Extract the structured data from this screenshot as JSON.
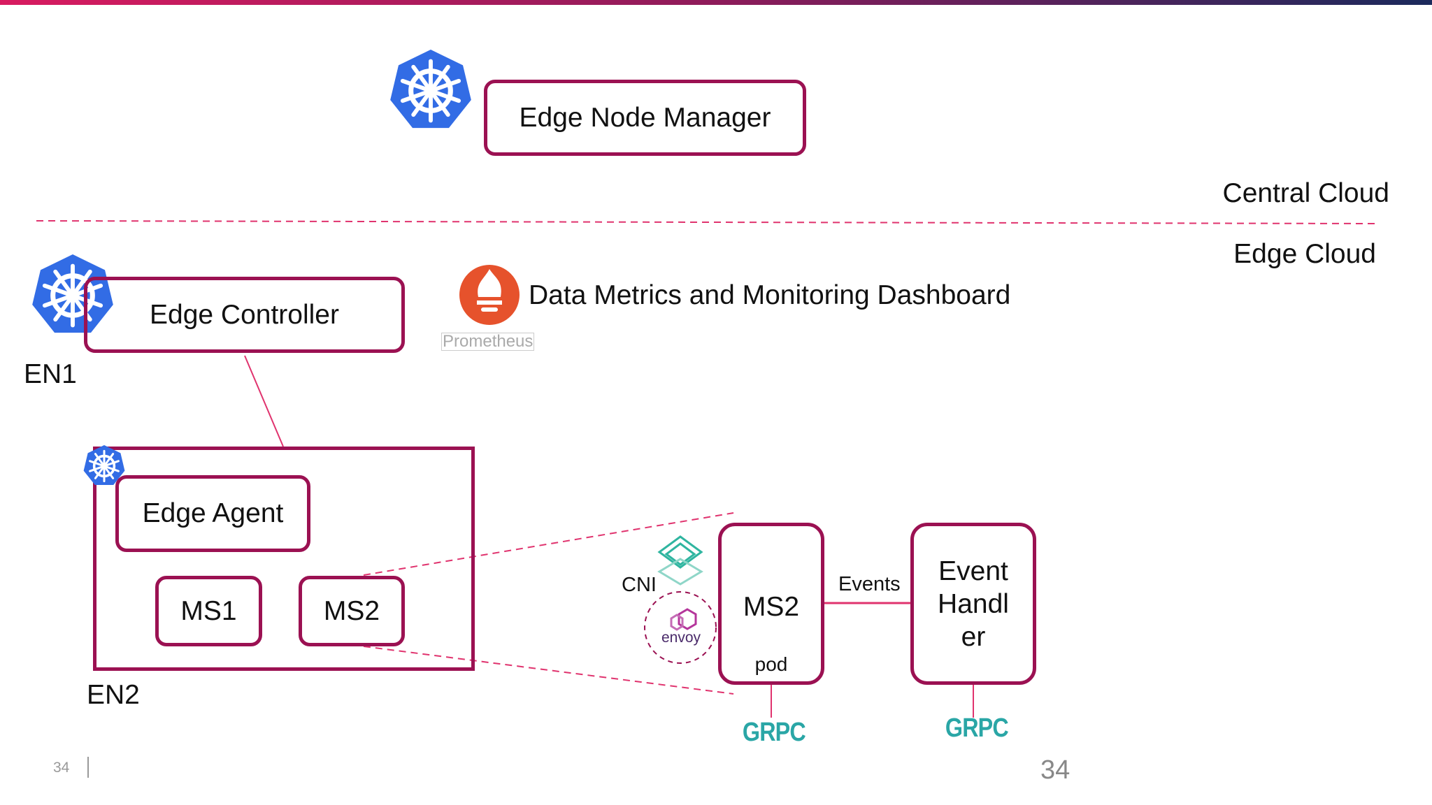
{
  "colors": {
    "box_border": "#9b1152",
    "connector": "#e0336e",
    "kubernetes": "#326ce5",
    "prometheus": "#e6522c",
    "grpc": "#2aa6a6",
    "cni": "#2fb5a0",
    "envoy": "#b5359b"
  },
  "central": {
    "manager_label": "Edge Node Manager",
    "zone_label": "Central Cloud",
    "icon": "kubernetes-icon"
  },
  "edge": {
    "zone_label": "Edge Cloud",
    "controller_label": "Edge Controller",
    "en1_label": "EN1",
    "monitoring": {
      "label": "Data Metrics and Monitoring Dashboard",
      "logo_text": "Prometheus"
    },
    "en2": {
      "label": "EN2",
      "agent_label": "Edge Agent",
      "ms1_label": "MS1",
      "ms2_label": "MS2"
    },
    "pod": {
      "cni_label": "CNI",
      "envoy_text": "envoy",
      "ms2_label": "MS2",
      "pod_label": "pod",
      "events_label": "Events",
      "handler_lines": [
        "Event",
        "Handl",
        "er"
      ],
      "grpc_text": "GRPC"
    }
  },
  "footer": {
    "page_small": "34",
    "page_large": "34"
  }
}
